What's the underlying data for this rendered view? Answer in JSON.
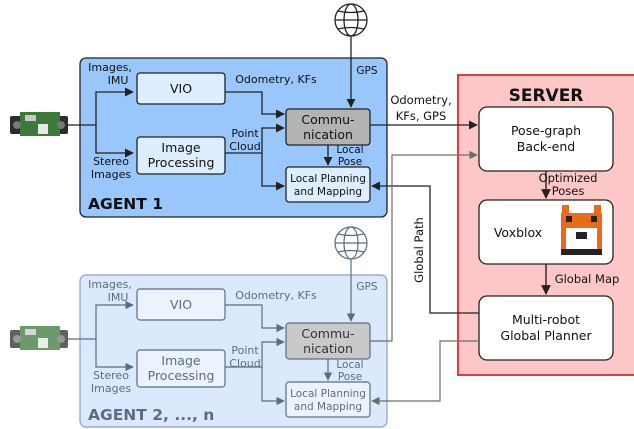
{
  "agent1": {
    "title": "AGENT 1",
    "input_images_imu": [
      "Images,",
      "IMU"
    ],
    "input_stereo": [
      "Stereo",
      "Images"
    ],
    "vio": "VIO",
    "image_processing": [
      "Image",
      "Processing"
    ],
    "communication": [
      "Commu-",
      "nication"
    ],
    "local_planning": [
      "Local Planning",
      "and Mapping"
    ],
    "odometry_kfs": "Odometry, KFs",
    "point_cloud": [
      "Point",
      "Cloud"
    ],
    "local_pose": [
      "Local",
      "Pose"
    ],
    "gps": "GPS"
  },
  "agent2": {
    "title": "AGENT 2, ..., n",
    "input_images_imu": [
      "Images,",
      "IMU"
    ],
    "input_stereo": [
      "Stereo",
      "Images"
    ],
    "vio": "VIO",
    "image_processing": [
      "Image",
      "Processing"
    ],
    "communication": [
      "Commu-",
      "nication"
    ],
    "local_planning": [
      "Local Planning",
      "and Mapping"
    ],
    "odometry_kfs": "Odometry, KFs",
    "point_cloud": [
      "Point",
      "Cloud"
    ],
    "local_pose": [
      "Local",
      "Pose"
    ],
    "gps": "GPS"
  },
  "server": {
    "title": "SERVER",
    "pose_graph": [
      "Pose-graph",
      "Back-end"
    ],
    "voxblox": "Voxblox",
    "planner": [
      "Multi-robot",
      "Global Planner"
    ],
    "optimized_poses": [
      "Optimized",
      "Poses"
    ],
    "global_map": "Global Map"
  },
  "links": {
    "odometry_kfs_gps": [
      "Odometry,",
      "KFs, GPS"
    ],
    "global_path": "Global Path"
  },
  "colors": {
    "agent1_fill": "#99c6fb",
    "agent2_fill": "#dce9fc",
    "server_fill": "#fdc7c7",
    "comm_fill": "#b3b3b3",
    "server_stroke": "#e33b3b"
  }
}
